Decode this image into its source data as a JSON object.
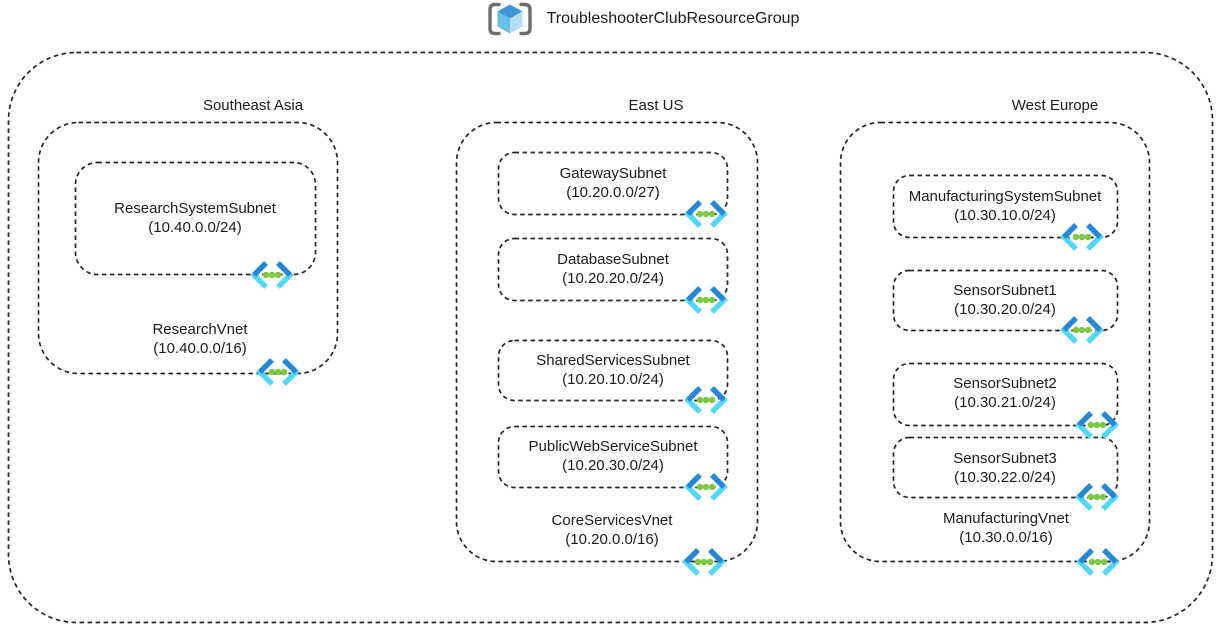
{
  "resource_group": {
    "name": "TroubleshooterClubResourceGroup"
  },
  "regions": [
    {
      "name": "Southeast Asia",
      "vnet": {
        "name": "ResearchVnet",
        "cidr": "(10.40.0.0/16)"
      },
      "subnets": [
        {
          "name": "ResearchSystemSubnet",
          "cidr": "(10.40.0.0/24)"
        }
      ]
    },
    {
      "name": "East US",
      "vnet": {
        "name": "CoreServicesVnet",
        "cidr": "(10.20.0.0/16)"
      },
      "subnets": [
        {
          "name": "GatewaySubnet",
          "cidr": "(10.20.0.0/27)"
        },
        {
          "name": "DatabaseSubnet",
          "cidr": "(10.20.20.0/24)"
        },
        {
          "name": "SharedServicesSubnet",
          "cidr": "(10.20.10.0/24)"
        },
        {
          "name": "PublicWebServiceSubnet",
          "cidr": "(10.20.30.0/24)"
        }
      ]
    },
    {
      "name": "West Europe",
      "vnet": {
        "name": "ManufacturingVnet",
        "cidr": "(10.30.0.0/16)"
      },
      "subnets": [
        {
          "name": "ManufacturingSystemSubnet",
          "cidr": "(10.30.10.0/24)"
        },
        {
          "name": "SensorSubnet1",
          "cidr": "(10.30.20.0/24)"
        },
        {
          "name": "SensorSubnet2",
          "cidr": "(10.30.21.0/24)"
        },
        {
          "name": "SensorSubnet3",
          "cidr": "(10.30.22.0/24)"
        }
      ]
    }
  ],
  "icons": {
    "resource_group": "resource-group-cube-icon",
    "virtual_network": "vnet-chevron-dots-icon"
  },
  "colors": {
    "line": "#262626",
    "text": "#1c1c1c",
    "chevron_dark": "#2487d9",
    "chevron_light": "#50d8f7",
    "dot_green": "#7cc843",
    "bracket_gray": "#6e6e6e",
    "cube_top": "#3b98d3",
    "cube_left": "#68bfe5",
    "cube_right": "#b4e0f4"
  }
}
